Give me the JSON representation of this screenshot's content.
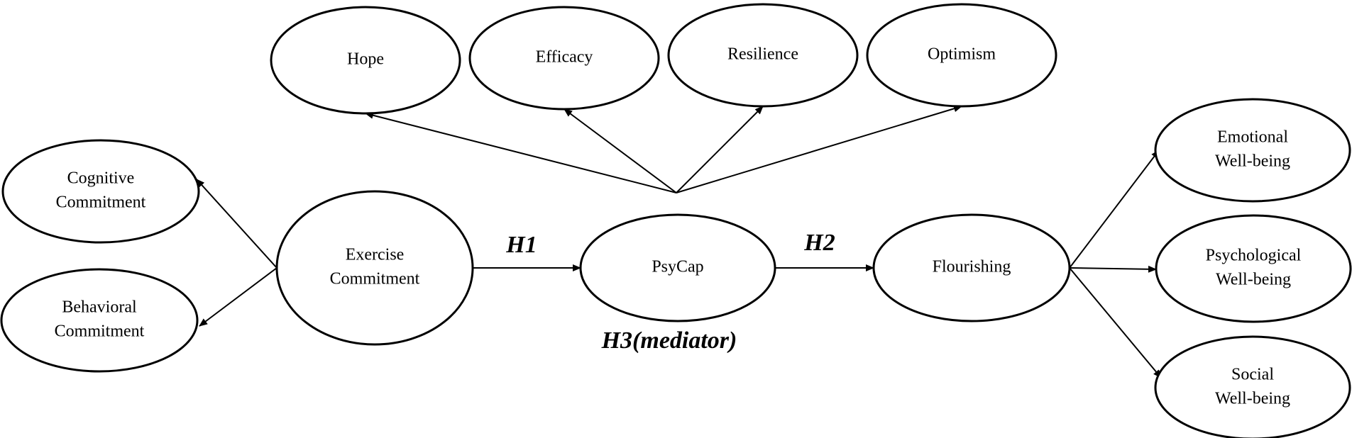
{
  "nodes": {
    "hope": [
      "Hope"
    ],
    "efficacy": [
      "Efficacy"
    ],
    "resilience": [
      "Resilience"
    ],
    "optimism": [
      "Optimism"
    ],
    "cognitive": [
      "Cognitive",
      "Commitment"
    ],
    "behavioral": [
      "Behavioral",
      "Commitment"
    ],
    "exercise": [
      "Exercise",
      "Commitment"
    ],
    "psycap": [
      "PsyCap"
    ],
    "flourishing": [
      "Flourishing"
    ],
    "emotional": [
      "Emotional",
      "Well-being"
    ],
    "psychological": [
      "Psychological",
      "Well-being"
    ],
    "social": [
      "Social",
      "Well-being"
    ]
  },
  "hypotheses": {
    "h1": "H1",
    "h2": "H2",
    "h3": "H3(mediator)"
  },
  "edges": [
    {
      "from": "exercise",
      "to": "cognitive"
    },
    {
      "from": "exercise",
      "to": "behavioral"
    },
    {
      "from": "exercise",
      "to": "psycap"
    },
    {
      "from": "psycap",
      "to": "hope"
    },
    {
      "from": "psycap",
      "to": "efficacy"
    },
    {
      "from": "psycap",
      "to": "resilience"
    },
    {
      "from": "psycap",
      "to": "optimism"
    },
    {
      "from": "psycap",
      "to": "flourishing"
    },
    {
      "from": "flourishing",
      "to": "emotional"
    },
    {
      "from": "flourishing",
      "to": "psychological"
    },
    {
      "from": "flourishing",
      "to": "social"
    }
  ]
}
